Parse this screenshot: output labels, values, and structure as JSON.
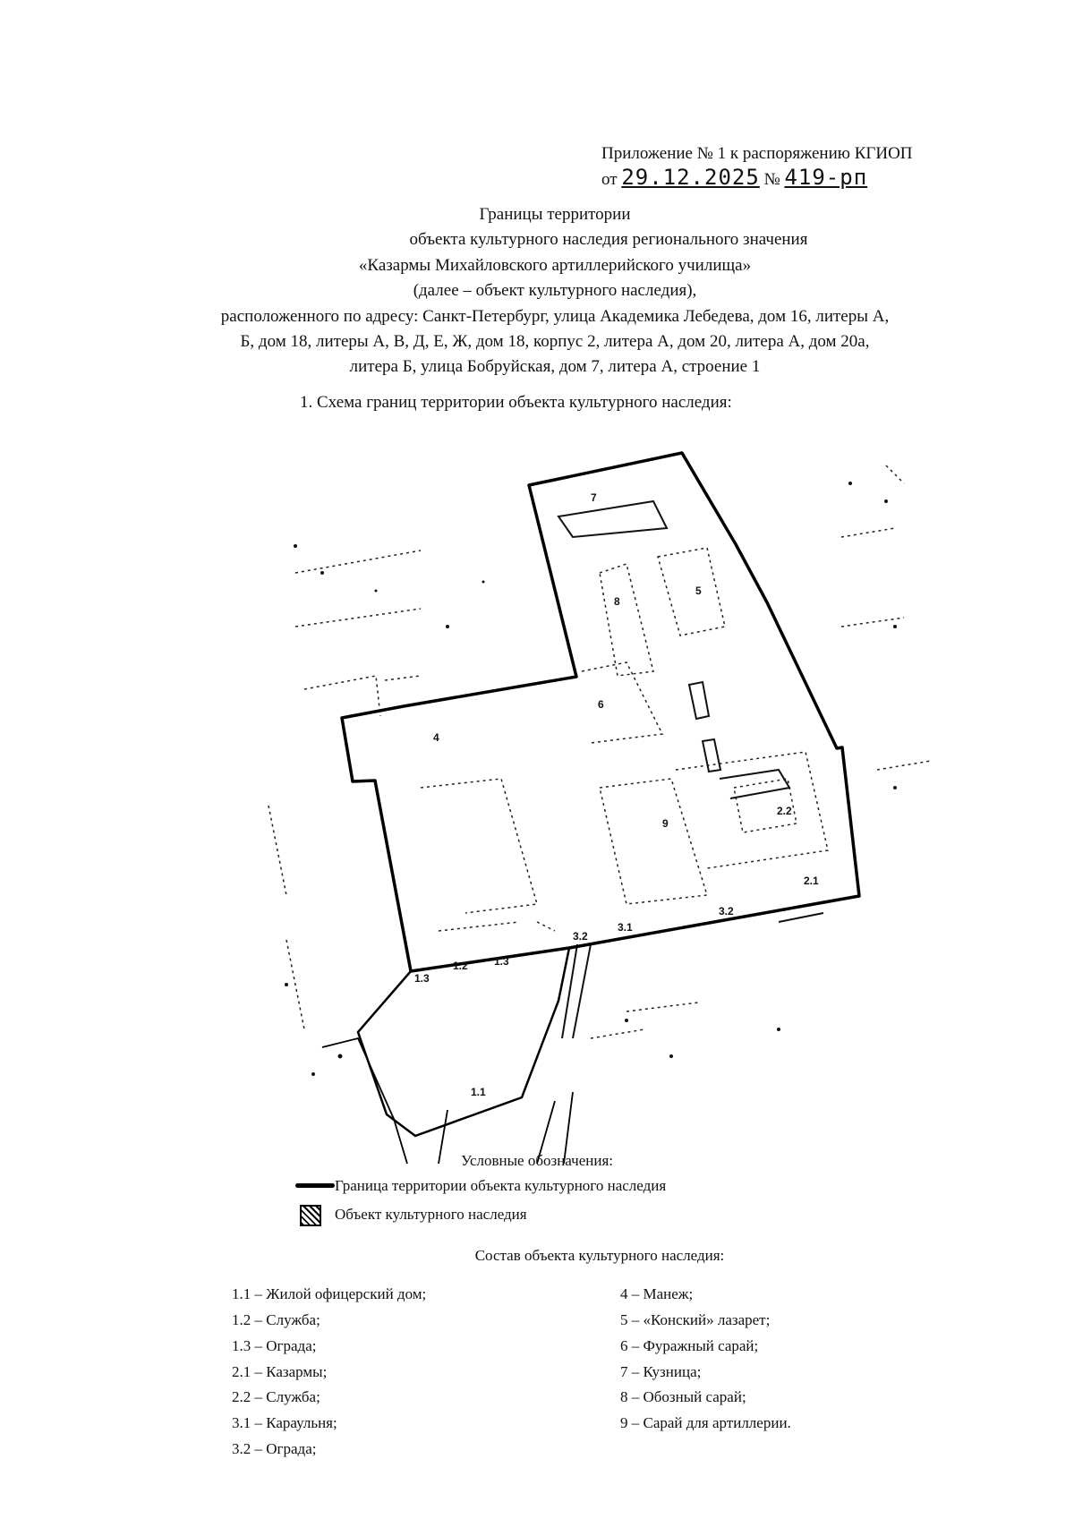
{
  "header": {
    "appendix": "Приложение № 1 к распоряжению КГИОП",
    "date_prefix": "от",
    "date": "29.12.2025",
    "number_prefix": "№",
    "number": "419-рп"
  },
  "title": {
    "lines": [
      "Границы территории",
      "объекта культурного наследия регионального значения",
      "«Казармы Михайловского артиллерийского училища»",
      "(далее – объект культурного наследия),",
      "расположенного по адресу: Санкт-Петербург, улица Академика Лебедева, дом 16, литеры А,",
      "Б, дом 18, литеры А, В, Д, Е, Ж, дом 18, корпус 2, литера А, дом 20, литера А, дом 20а,",
      "литера Б, улица Бобруйская, дом 7, литера А, строение 1"
    ]
  },
  "section_heading": "1.   Схема границ территории объекта культурного наследия:",
  "map": {
    "labels": [
      "7",
      "8",
      "5",
      "6",
      "4",
      "9",
      "2.2",
      "2.1",
      "3.2",
      "3.1",
      "3.2",
      "1.2",
      "1.3",
      "1.3",
      "1.1"
    ]
  },
  "legend": {
    "title": "Условные обозначения:",
    "boundary_label": "Граница территории объекта культурного наследия",
    "object_label": "Объект культурного наследия"
  },
  "composition": {
    "title": "Состав объекта культурного наследия:",
    "left": [
      "1.1 – Жилой офицерский дом;",
      "1.2 – Служба;",
      "1.3 – Ограда;",
      "2.1 – Казармы;",
      "2.2 – Служба;",
      "3.1 – Караульня;",
      "3.2 – Ограда;"
    ],
    "right": [
      "4 – Манеж;",
      "5 – «Конский» лазарет;",
      "6 – Фуражный сарай;",
      "7 – Кузница;",
      "8 – Обозный сарай;",
      "9 – Сарай для артиллерии."
    ]
  }
}
